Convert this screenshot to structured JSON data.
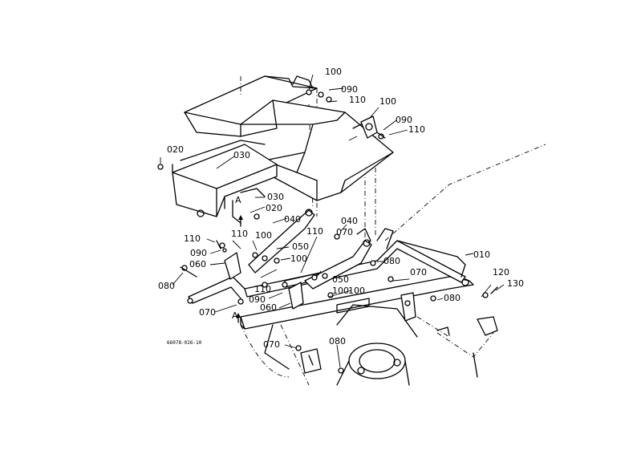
{
  "diagram": {
    "drawing_code": "66078-026-10",
    "section_markers": [
      "A",
      "A"
    ],
    "part_labels": [
      "100",
      "090",
      "110",
      "100",
      "090",
      "110",
      "020",
      "030",
      "030",
      "020",
      "040",
      "040",
      "110",
      "110",
      "100",
      "050",
      "070",
      "090",
      "060",
      "100",
      "110",
      "080",
      "010",
      "080",
      "110",
      "090",
      "100",
      "050",
      "070",
      "060",
      "100",
      "120",
      "130",
      "070",
      "080",
      "070",
      "080"
    ]
  }
}
